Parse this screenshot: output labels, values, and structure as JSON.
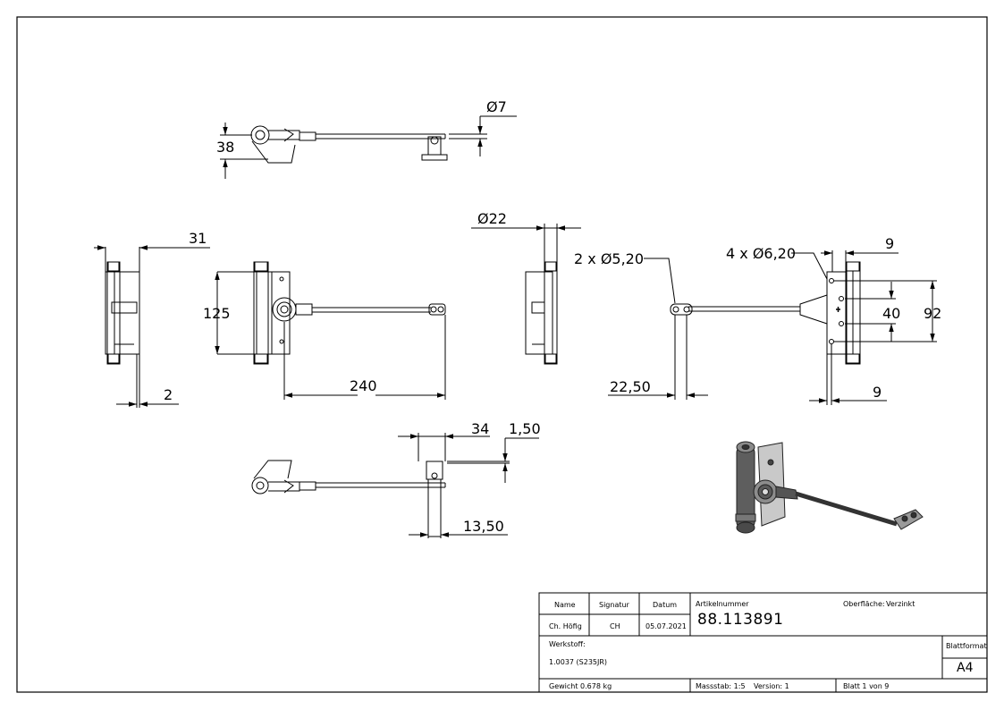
{
  "dimensions": {
    "d7": "Ø7",
    "h38": "38",
    "w31": "31",
    "h125": "125",
    "w2": "2",
    "w240": "240",
    "d22": "Ø22",
    "holes2": "2 x Ø5,20",
    "holes4": "4 x Ø6,20",
    "w9_top": "9",
    "h40": "40",
    "h92": "92",
    "w22_50": "22,50",
    "w9_bottom": "9",
    "w34": "34",
    "w1_50": "1,50",
    "w13_50": "13,50"
  },
  "title_block": {
    "headers": {
      "name": "Name",
      "signatur": "Signatur",
      "datum": "Datum"
    },
    "values": {
      "name": "Ch. Höfig",
      "signatur": "CH",
      "datum": "05.07.2021"
    },
    "artikel_label": "Artikelnummer",
    "artikel_value": "88.113891",
    "oberflaeche_label": "Oberfläche:",
    "oberflaeche_value": "Verzinkt",
    "werkstoff_label": "Werkstoff:",
    "werkstoff_value": "1.0037 (S235JR)",
    "blattformat_label": "Blattformat",
    "blattformat_value": "A4",
    "gewicht": "Gewicht 0.678 kg",
    "massstab": "Massstab: 1:5",
    "version": "Version: 1",
    "blatt": "Blatt 1 von 9"
  }
}
